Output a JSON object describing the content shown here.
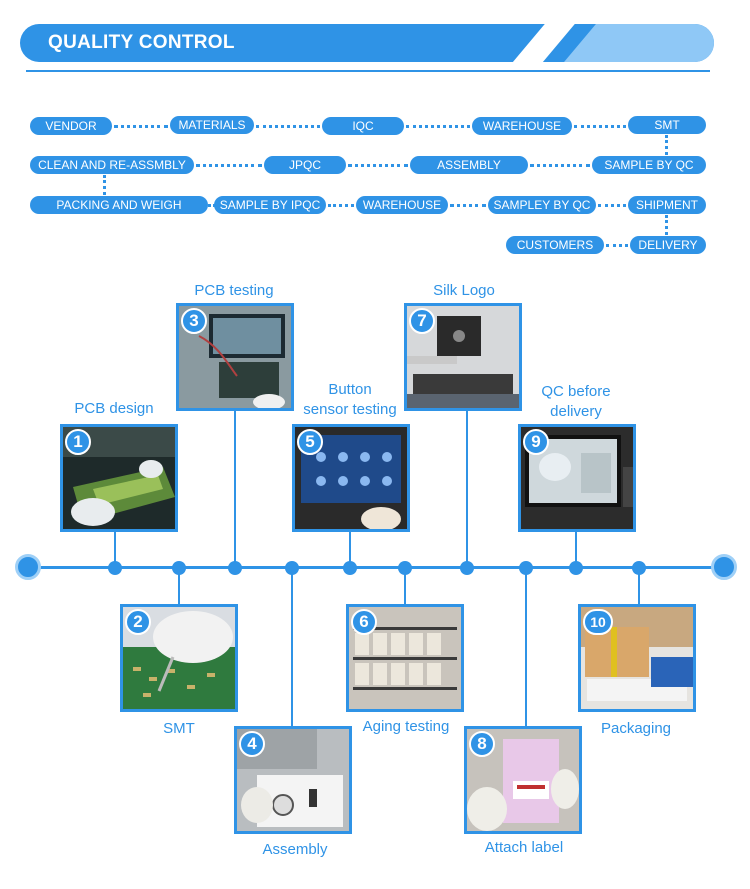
{
  "header": {
    "title": "QUALITY CONTROL"
  },
  "flow": {
    "vendor": "VENDOR",
    "materials": "MATERIALS",
    "iqc": "IQC",
    "warehouse1": "WAREHOUSE",
    "smt": "SMT",
    "clean": "CLEAN AND RE-ASSMBLY",
    "jpqc": "JPQC",
    "assembly": "ASSEMBLY",
    "sample_qc": "SAMPLE BY QC",
    "packing": "PACKING AND WEIGH",
    "sample_ipqc": "SAMPLE BY IPQC",
    "warehouse2": "WAREHOUSE",
    "sampley_qc": "SAMPLEY BY QC",
    "shipment": "SHIPMENT",
    "customers": "CUSTOMERS",
    "delivery": "DELIVERY"
  },
  "steps": [
    {
      "num": "1",
      "caption": "PCB design"
    },
    {
      "num": "2",
      "caption": "SMT"
    },
    {
      "num": "3",
      "caption": "PCB testing"
    },
    {
      "num": "4",
      "caption": "Assembly"
    },
    {
      "num": "5",
      "caption_line1": "Button",
      "caption_line2": "sensor testing"
    },
    {
      "num": "6",
      "caption": "Aging testing"
    },
    {
      "num": "7",
      "caption": "Silk Logo"
    },
    {
      "num": "8",
      "caption": "Attach label"
    },
    {
      "num": "9",
      "caption_line1": "QC before",
      "caption_line2": "delivery"
    },
    {
      "num": "10",
      "caption": "Packaging"
    }
  ],
  "colors": {
    "accent": "#2f93e6",
    "accent_light": "#8fc8f6"
  }
}
